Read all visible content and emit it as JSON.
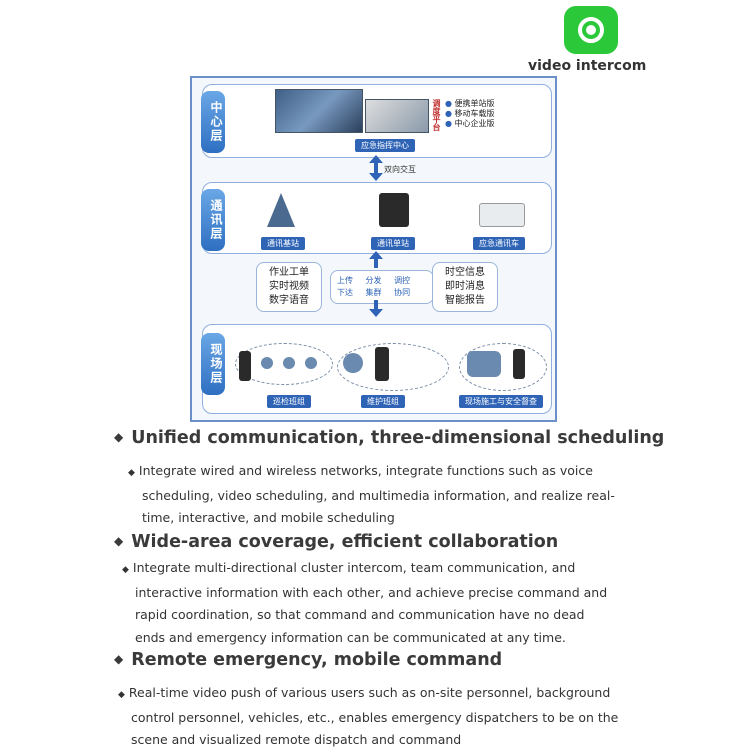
{
  "logo": {
    "label": "video intercom",
    "icon": "chat-camera-icon",
    "color": "#2bc83a"
  },
  "diagram": {
    "layers": {
      "center": "中心层",
      "comm": "通讯层",
      "field": "现场层"
    },
    "center": {
      "caption": "应急指挥中心",
      "vertical_text": "调度平台",
      "versions": [
        "便携单站版",
        "移动车载版",
        "中心企业版"
      ]
    },
    "bidirectional": "双向交互",
    "comm_items": [
      "通讯基站",
      "通讯单站",
      "应急通讯车"
    ],
    "left_box": [
      "作业工单",
      "实时视频",
      "数字语音"
    ],
    "right_box": [
      "时空信息",
      "即时消息",
      "智能报告"
    ],
    "center_box": {
      "row1": [
        "上传",
        "分发",
        "调控"
      ],
      "row2": [
        "下达",
        "集群",
        "协同"
      ]
    },
    "field_captions": [
      "巡检班组",
      "维护班组",
      "现场施工与安全督查"
    ]
  },
  "sections": [
    {
      "heading": "Unified communication, three-dimensional scheduling",
      "body": [
        "Integrate wired and wireless networks, integrate functions such as voice",
        "scheduling, video scheduling, and multimedia information, and realize real-",
        "time, interactive, and mobile scheduling"
      ]
    },
    {
      "heading": "Wide-area coverage, efficient collaboration",
      "body": [
        "Integrate multi-directional cluster intercom, team communication, and",
        "interactive information with each other, and achieve precise command and",
        "rapid coordination, so that command and communication have no dead",
        "ends and emergency information can be communicated at any time."
      ]
    },
    {
      "heading": "Remote emergency, mobile command",
      "body": [
        "Real-time video push of various users such as on-site personnel, background",
        "control personnel, vehicles, etc., enables emergency dispatchers to be on the",
        "scene and visualized remote dispatch and command"
      ]
    }
  ]
}
